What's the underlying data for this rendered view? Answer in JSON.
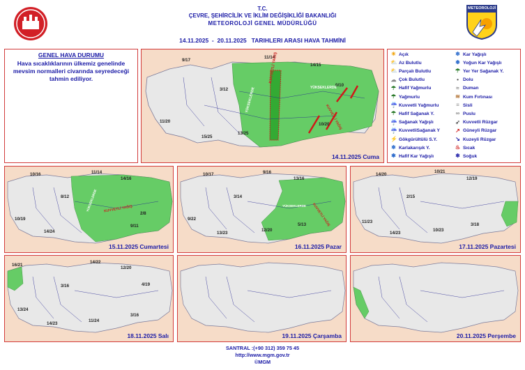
{
  "header": {
    "line1": "T.C.",
    "line2": "ÇEVRE, ŞEHİRCİLİK VE İKLİM DEĞİŞİKLİĞİ BAKANLIĞI",
    "line3": "METEOROLOJİ GENEL MÜDÜRLÜĞÜ",
    "dates": "14.11.2025  -  20.11.2025   TARIHLERI ARASI HAVA TAHMİNİ",
    "logo_text": "METEOROLOJİ"
  },
  "general": {
    "title": "GENEL HAVA DURUMU",
    "text": "Hava sıcaklıklarının ülkemiz genelinde mevsim normalleri civarında seyredeceği tahmin ediliyor."
  },
  "legend": {
    "col1": [
      {
        "label": "Açık",
        "icon": "sun-icon"
      },
      {
        "label": "Az Bulutlu",
        "icon": "sun-cloud-icon"
      },
      {
        "label": "Parçalı Bulutlu",
        "icon": "partly-cloudy-icon"
      },
      {
        "label": "Çok Bulutlu",
        "icon": "cloud-icon"
      },
      {
        "label": "Hafif Yağmurlu",
        "icon": "light-rain-icon"
      },
      {
        "label": "Yağmurlu",
        "icon": "rain-icon"
      },
      {
        "label": "Kuvvetli Yağmurlu",
        "icon": "heavy-rain-icon"
      },
      {
        "label": "Hafif Sağanak Y.",
        "icon": "light-shower-icon"
      },
      {
        "label": "Sağanak Yağışlı",
        "icon": "shower-icon"
      },
      {
        "label": "KuvvetliSağanak Y",
        "icon": "heavy-shower-icon"
      },
      {
        "label": "Gökgürültülü S.Y.",
        "icon": "thunder-icon"
      },
      {
        "label": "Karlakarışık Y.",
        "icon": "sleet-icon"
      },
      {
        "label": "Hafif Kar Yağışlı",
        "icon": "light-snow-icon"
      }
    ],
    "col2": [
      {
        "label": "Kar Yağışlı",
        "icon": "snow-icon"
      },
      {
        "label": "Yoğun Kar Yağışlı",
        "icon": "heavy-snow-icon"
      },
      {
        "label": "Yer Yer Sağanak Y.",
        "icon": "local-shower-icon"
      },
      {
        "label": "Dolu",
        "icon": "hail-icon"
      },
      {
        "label": "Duman",
        "icon": "smoke-icon"
      },
      {
        "label": "Kum Fırtınası",
        "icon": "sandstorm-icon"
      },
      {
        "label": "Sisli",
        "icon": "fog-icon"
      },
      {
        "label": "Puslu",
        "icon": "haze-icon"
      },
      {
        "label": "Kuvvetli Rüzgar",
        "icon": "strong-wind-icon"
      },
      {
        "label": "Güneyli Rüzgar",
        "icon": "south-wind-icon"
      },
      {
        "label": "Kuzeyli Rüzgar",
        "icon": "north-wind-icon"
      },
      {
        "label": "Sıcak",
        "icon": "hot-icon"
      },
      {
        "label": "Soğuk",
        "icon": "cold-icon"
      }
    ],
    "colors": {
      "col1": "#1a1aa6",
      "col2": "#1a1aa6"
    }
  },
  "maps": [
    {
      "id": "d1",
      "date_label": "14.11.2025 Cuma",
      "temps": [
        "9/17",
        "11/14",
        "14/15",
        "3/12",
        "0/10",
        "11/20",
        "13/25",
        "10/20",
        "15/25"
      ],
      "rain_labels": [
        "KUVVETLİ YAĞIŞ",
        "YÜKSEKLERDE",
        "YÜKSEKLERDE",
        "KUVVETLİ YAĞIŞ"
      ]
    },
    {
      "id": "d2",
      "date_label": "15.11.2025 Cumartesi",
      "temps": [
        "10/16",
        "11/14",
        "14/16",
        "8/12",
        "10/19",
        "14/24",
        "9/11",
        "2/8"
      ],
      "rain_labels": [
        "KUVVETLİ YAĞIŞ",
        "YÜKSEKLERDE"
      ]
    },
    {
      "id": "d3",
      "date_label": "16.11.2025 Pazar",
      "temps": [
        "10/17",
        "9/16",
        "13/16",
        "3/14",
        "9/22",
        "13/23",
        "12/20",
        "5/13"
      ],
      "rain_labels": [
        "KUVVETLİ YAĞIŞ",
        "YÜKSEKLERDE"
      ]
    },
    {
      "id": "d4",
      "date_label": "17.11.2025 Pazartesi",
      "temps": [
        "14/20",
        "10/21",
        "12/19",
        "2/15",
        "11/23",
        "14/23",
        "10/23",
        "3/18"
      ],
      "rain_labels": []
    },
    {
      "id": "d5",
      "date_label": "18.11.2025 Salı",
      "temps": [
        "16/21",
        "14/22",
        "12/20",
        "3/16",
        "4/19",
        "13/24",
        "14/23",
        "11/24",
        "3/16"
      ],
      "rain_labels": []
    },
    {
      "id": "d6",
      "date_label": "19.11.2025 Çarşamba",
      "temps": [],
      "rain_labels": []
    },
    {
      "id": "d7",
      "date_label": "20.11.2025 Perşembe",
      "temps": [],
      "rain_labels": []
    }
  ],
  "footer": {
    "phone": "SANTRAL :(+90 312) 359 75 45",
    "web": "http://www.mgm.gov.tr",
    "copy": "©MGM"
  },
  "colors": {
    "brand_blue": "#1a1aa6",
    "border_red": "#d23a3a",
    "land": "#e8e8e8",
    "rain_green": "#66cc66",
    "sea": "#f6dcc8"
  }
}
